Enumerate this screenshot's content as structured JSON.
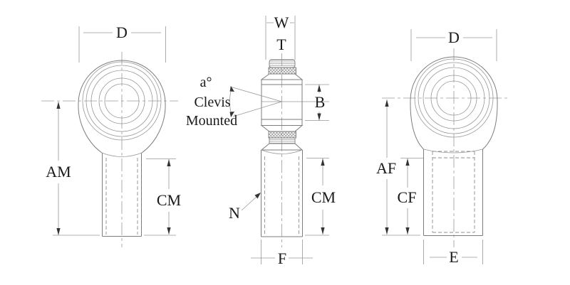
{
  "colors": {
    "background": "#ffffff",
    "line": "#7d7d7d",
    "thin_line": "#979797",
    "hatch": "#8a8a8a",
    "text": "#1a1a1a"
  },
  "views": {
    "left": {
      "d": "D",
      "am": "AM",
      "cm": "CM"
    },
    "middle": {
      "w": "W",
      "t": "T",
      "angle": "a°",
      "clevis_line1": "Clevis",
      "clevis_line2": "Mounted",
      "b": "B",
      "n": "N",
      "cm": "CM",
      "f": "F"
    },
    "right": {
      "d": "D",
      "af": "AF",
      "cf": "CF",
      "e": "E"
    }
  }
}
